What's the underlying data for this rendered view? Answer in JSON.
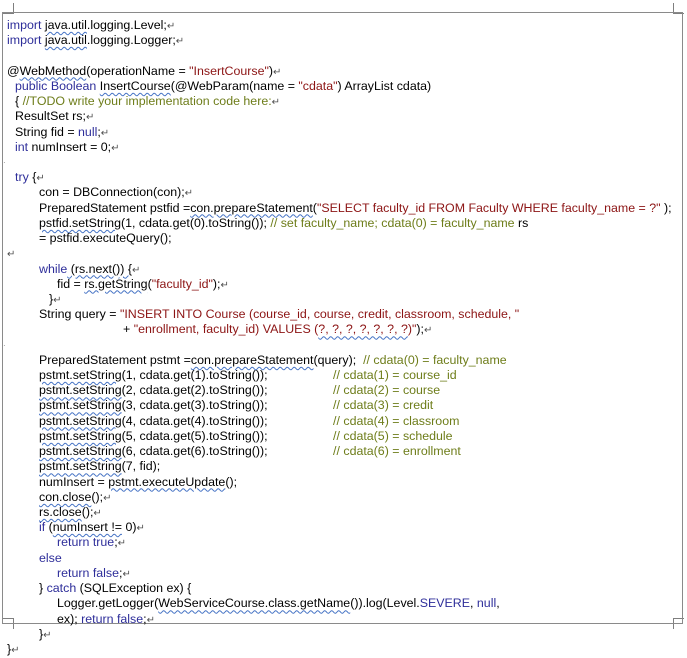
{
  "document": {
    "lines": [
      {
        "indent": 0,
        "pm": true,
        "segs": [
          {
            "t": "import",
            "c": "k"
          },
          {
            "t": " "
          },
          {
            "t": "java.util",
            "sq": true
          },
          {
            "t": ".logging.Level;"
          }
        ]
      },
      {
        "indent": 0,
        "pm": true,
        "segs": [
          {
            "t": "import",
            "c": "k"
          },
          {
            "t": " "
          },
          {
            "t": "java.util",
            "sq": true
          },
          {
            "t": ".logging.Logger;"
          }
        ]
      },
      {
        "indent": 0,
        "pm": false,
        "segs": []
      },
      {
        "indent": 0,
        "pm": true,
        "segs": [
          {
            "t": "@"
          },
          {
            "t": "WebMethod",
            "sq": true
          },
          {
            "t": "(operationName = "
          },
          {
            "t": "\"InsertCourse\"",
            "c": "s"
          },
          {
            "t": ")"
          }
        ]
      },
      {
        "indent": 8,
        "pm": false,
        "segs": [
          {
            "t": "public",
            "c": "k"
          },
          {
            "t": " "
          },
          {
            "t": "Boolean",
            "c": "k"
          },
          {
            "t": " "
          },
          {
            "t": "InsertCourse",
            "sq": true
          },
          {
            "t": "(@WebParam(name = "
          },
          {
            "t": "\"cdata\"",
            "c": "s"
          },
          {
            "t": ") ArrayList cdata)"
          }
        ]
      },
      {
        "indent": 8,
        "pm": true,
        "segs": [
          {
            "t": "{ "
          },
          {
            "t": "//TODO write your implementation code here:",
            "c": "c"
          }
        ]
      },
      {
        "indent": 8,
        "pm": true,
        "segs": [
          {
            "t": "ResultSet rs;"
          }
        ]
      },
      {
        "indent": 8,
        "pm": true,
        "segs": [
          {
            "t": "String fid = "
          },
          {
            "t": "null",
            "c": "k"
          },
          {
            "t": ";"
          }
        ]
      },
      {
        "indent": 8,
        "pm": true,
        "segs": [
          {
            "t": "int",
            "c": "k"
          },
          {
            "t": " numInsert = 0;"
          }
        ]
      },
      {
        "indent": 0,
        "pm": false,
        "segs": [],
        "lm": true
      },
      {
        "indent": 8,
        "pm": true,
        "segs": [
          {
            "t": "try",
            "c": "k"
          },
          {
            "t": " {"
          }
        ]
      },
      {
        "indent": 32,
        "pm": true,
        "segs": [
          {
            "t": "con = DBConnection(con);"
          }
        ]
      },
      {
        "indent": 32,
        "pm": false,
        "segs": [
          {
            "t": "PreparedStatement pstfid ="
          },
          {
            "t": "con.prepareStatement",
            "sq": true
          },
          {
            "t": "("
          },
          {
            "t": "\"SELECT faculty_id FROM Faculty WHERE faculty_name = ?\"",
            "c": "s"
          },
          {
            "t": " );"
          }
        ]
      },
      {
        "indent": 32,
        "pm": false,
        "segs": [
          {
            "t": "pstfid.setString",
            "sq": true
          },
          {
            "t": "(1, cdata.get(0).toString()); "
          },
          {
            "t": "// set faculty_name; cdata(0) = faculty_name",
            "c": "c"
          },
          {
            "t": " rs"
          }
        ]
      },
      {
        "indent": 32,
        "pm": false,
        "segs": [
          {
            "t": "= pstfid.executeQuery();"
          }
        ]
      },
      {
        "indent": 0,
        "pm": true,
        "segs": []
      },
      {
        "indent": 32,
        "pm": true,
        "segs": [
          {
            "t": "while",
            "c": "k"
          },
          {
            "t": " (rs.next()) {",
            "sq": true
          }
        ]
      },
      {
        "indent": 50,
        "pm": true,
        "segs": [
          {
            "t": "fid = "
          },
          {
            "t": "rs.getString",
            "sq": true
          },
          {
            "t": "("
          },
          {
            "t": "\"faculty_id\"",
            "c": "s"
          },
          {
            "t": ");"
          }
        ]
      },
      {
        "indent": 42,
        "pm": true,
        "segs": [
          {
            "t": "}"
          }
        ]
      },
      {
        "indent": 32,
        "pm": false,
        "segs": [
          {
            "t": "String query = "
          },
          {
            "t": "\"INSERT INTO Course (course_id, course, credit, classroom, schedule, \"",
            "c": "s"
          }
        ]
      },
      {
        "indent": 116,
        "pm": true,
        "segs": [
          {
            "t": "+ "
          },
          {
            "t": "\"enrollment, faculty_id) VALUES (",
            "c": "s"
          },
          {
            "t": "?, ?, ?, ?, ?, ?, ?",
            "c": "s",
            "sq": true
          },
          {
            "t": ")\"",
            "c": "s"
          },
          {
            "t": ");"
          }
        ]
      },
      {
        "indent": 0,
        "pm": false,
        "segs": [],
        "lm": true
      },
      {
        "indent": 32,
        "pm": false,
        "segs": [
          {
            "t": "PreparedStatement pstmt ="
          },
          {
            "t": "con.prepareStatement",
            "sq": true
          },
          {
            "t": "(query);  "
          },
          {
            "t": "// cdata(0) = faculty_name",
            "c": "c"
          }
        ]
      },
      {
        "indent": 32,
        "pm": false,
        "segs": [
          {
            "t": "pstmt.setString",
            "sq": true
          },
          {
            "t": "(1, cdata.get(1).toString());                   "
          },
          {
            "t": "// cdata(1) = course_id",
            "c": "c"
          }
        ]
      },
      {
        "indent": 32,
        "pm": false,
        "segs": [
          {
            "t": "pstmt.setString",
            "sq": true
          },
          {
            "t": "(2, cdata.get(2).toString());                   "
          },
          {
            "t": "// cdata(2) = course",
            "c": "c"
          }
        ]
      },
      {
        "indent": 32,
        "pm": false,
        "segs": [
          {
            "t": "pstmt.setString",
            "sq": true
          },
          {
            "t": "(3, cdata.get(3).toString());                   "
          },
          {
            "t": "// cdata(3) = credit",
            "c": "c"
          }
        ]
      },
      {
        "indent": 32,
        "pm": false,
        "segs": [
          {
            "t": "pstmt.setString",
            "sq": true
          },
          {
            "t": "(4, cdata.get(4).toString());                   "
          },
          {
            "t": "// cdata(4) = classroom",
            "c": "c"
          }
        ]
      },
      {
        "indent": 32,
        "pm": false,
        "segs": [
          {
            "t": "pstmt.setString",
            "sq": true
          },
          {
            "t": "(5, cdata.get(5).toString());                   "
          },
          {
            "t": "// cdata(5) = schedule",
            "c": "c"
          }
        ]
      },
      {
        "indent": 32,
        "pm": false,
        "segs": [
          {
            "t": "pstmt.setString",
            "sq": true
          },
          {
            "t": "(6, cdata.get(6).toString());                   "
          },
          {
            "t": "// cdata(6) = enrollment",
            "c": "c"
          }
        ]
      },
      {
        "indent": 32,
        "pm": false,
        "segs": [
          {
            "t": "pstmt.setString",
            "sq": true
          },
          {
            "t": "(7, fid);"
          }
        ]
      },
      {
        "indent": 32,
        "pm": false,
        "segs": [
          {
            "t": "numInsert = "
          },
          {
            "t": "pstmt.executeUpdate",
            "sq": true
          },
          {
            "t": "();"
          }
        ]
      },
      {
        "indent": 32,
        "pm": true,
        "segs": [
          {
            "t": "con.close",
            "sq": true
          },
          {
            "t": "();"
          }
        ]
      },
      {
        "indent": 32,
        "pm": true,
        "segs": [
          {
            "t": "rs.close",
            "sq": true
          },
          {
            "t": "();"
          }
        ]
      },
      {
        "indent": 32,
        "pm": true,
        "segs": [
          {
            "t": "if",
            "c": "k"
          },
          {
            "t": " ("
          },
          {
            "t": "numInsert !=",
            "sq": true
          },
          {
            "t": " 0)"
          }
        ]
      },
      {
        "indent": 50,
        "pm": true,
        "segs": [
          {
            "t": "return",
            "c": "k"
          },
          {
            "t": " "
          },
          {
            "t": "true",
            "c": "k"
          },
          {
            "t": ";"
          }
        ]
      },
      {
        "indent": 32,
        "pm": false,
        "segs": [
          {
            "t": "else",
            "c": "k"
          }
        ]
      },
      {
        "indent": 50,
        "pm": true,
        "segs": [
          {
            "t": "return",
            "c": "k"
          },
          {
            "t": " "
          },
          {
            "t": "false",
            "c": "k"
          },
          {
            "t": ";"
          }
        ]
      },
      {
        "indent": 32,
        "pm": false,
        "segs": [
          {
            "t": "} "
          },
          {
            "t": "catch",
            "c": "k"
          },
          {
            "t": " (SQLException ex) {"
          }
        ]
      },
      {
        "indent": 50,
        "pm": false,
        "segs": [
          {
            "t": "Logger.getLogger("
          },
          {
            "t": "WebServiceCourse.class.getName",
            "sq": true
          },
          {
            "t": "()).log(Level."
          },
          {
            "t": "SEVERE",
            "c": "n"
          },
          {
            "t": ", "
          },
          {
            "t": "null",
            "c": "k"
          },
          {
            "t": ","
          }
        ]
      },
      {
        "indent": 50,
        "pm": true,
        "segs": [
          {
            "t": "ex); "
          },
          {
            "t": "return",
            "c": "k"
          },
          {
            "t": " "
          },
          {
            "t": "false",
            "c": "k"
          },
          {
            "t": ";"
          }
        ]
      },
      {
        "indent": 32,
        "pm": true,
        "segs": [
          {
            "t": "}"
          }
        ]
      },
      {
        "indent": 0,
        "pm": true,
        "segs": [
          {
            "t": "}"
          }
        ]
      }
    ],
    "paragraph_mark": "↵"
  }
}
